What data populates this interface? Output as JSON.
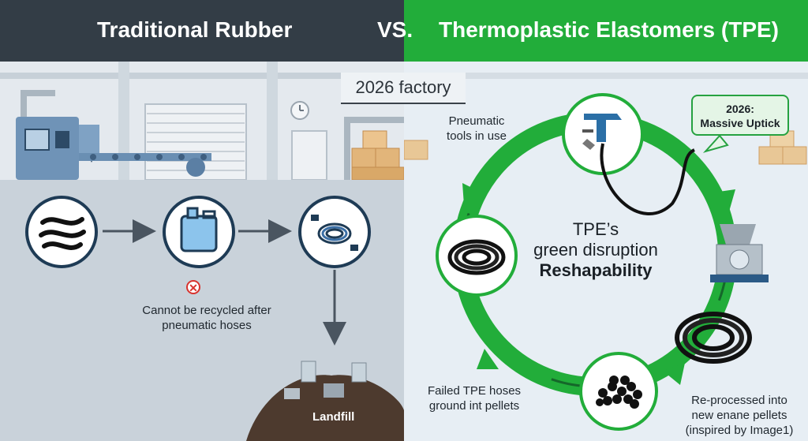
{
  "header": {
    "left_title": "Traditional Rubber",
    "vs": "VS.",
    "right_title": "Thermoplastic Elastomers (TPE)"
  },
  "factory_label": "2026 factory",
  "left_flow": {
    "steps": [
      "rubber-strands-icon",
      "canister-icon",
      "coiled-hose-icon"
    ],
    "no_recycle_icon": "x-circle-icon",
    "no_recycle_text_line1": "Cannot be recycled after",
    "no_recycle_text_line2": "pneumatic hoses",
    "landfill_label": "Landfill"
  },
  "cycle": {
    "center_line1": "TPE’s",
    "center_line2": "green disruption",
    "center_line3": "Reshapability",
    "callout_line1": "2026:",
    "callout_line2": "Massive Uptick",
    "tools_line1": "Pneumatic",
    "tools_line2": "tools in use",
    "failed_line1": "Failed TPE hoses",
    "failed_line2": "ground int pellets",
    "reprocessed_line1": "Re-processed into",
    "reprocessed_line2": "new enane pellets",
    "reprocessed_line3": "(inspired by Image1)",
    "nodes": [
      "pneumatic-tool-icon",
      "grinder-machine-icon",
      "pellets-icon",
      "coiled-black-hose-icon"
    ]
  },
  "colors": {
    "header_left": "#333d46",
    "header_right": "#22ad3a",
    "cycle_green": "#22ad3a",
    "arrow_dark": "#1d6e2c"
  }
}
